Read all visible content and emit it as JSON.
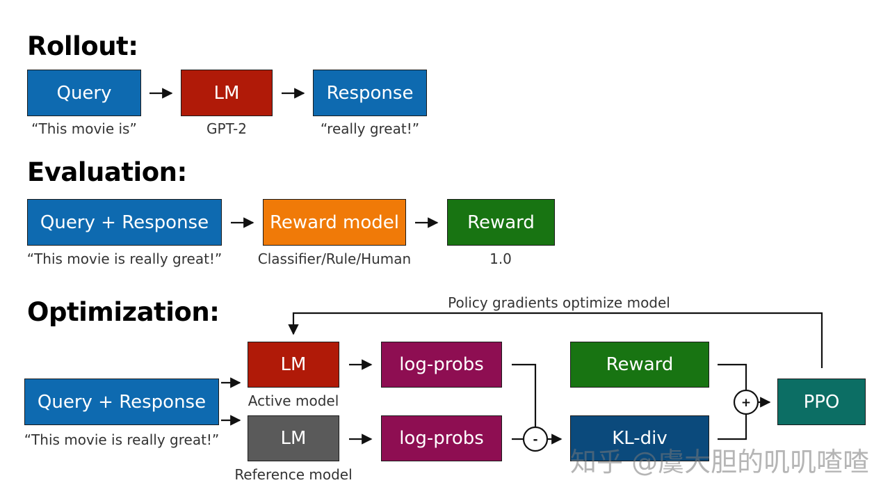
{
  "colors": {
    "blue": "#0e6ab0",
    "red": "#b01a08",
    "orange": "#f07a08",
    "green": "#187412",
    "purple": "#8e0e52",
    "gray": "#5a5a5a",
    "navy": "#0b4a7c",
    "teal": "#0c6e64"
  },
  "rollout": {
    "heading": "Rollout:",
    "query": {
      "label": "Query",
      "caption": "“This movie is”"
    },
    "lm": {
      "label": "LM",
      "caption": "GPT-2"
    },
    "response": {
      "label": "Response",
      "caption": "“really great!”"
    }
  },
  "evaluation": {
    "heading": "Evaluation:",
    "query_response": {
      "label": "Query + Response",
      "caption": "“This movie is really great!”"
    },
    "reward_model": {
      "label": "Reward model",
      "caption": "Classifier/Rule/Human"
    },
    "reward": {
      "label": "Reward",
      "caption": "1.0"
    }
  },
  "optimization": {
    "heading": "Optimization:",
    "feedback_label": "Policy gradients optimize model",
    "query_response": {
      "label": "Query + Response",
      "caption": "“This movie is really great!”"
    },
    "active_lm": {
      "label": "LM",
      "caption": "Active model"
    },
    "reference_lm": {
      "label": "LM",
      "caption": "Reference model"
    },
    "logprobs_active": {
      "label": "log-probs"
    },
    "logprobs_reference": {
      "label": "log-probs"
    },
    "reward": {
      "label": "Reward"
    },
    "kl_div": {
      "label": "KL-div"
    },
    "minus_op": "-",
    "plus_op": "+",
    "ppo": {
      "label": "PPO"
    }
  },
  "watermark": "知乎 @虞大胆的叽叽喳喳"
}
